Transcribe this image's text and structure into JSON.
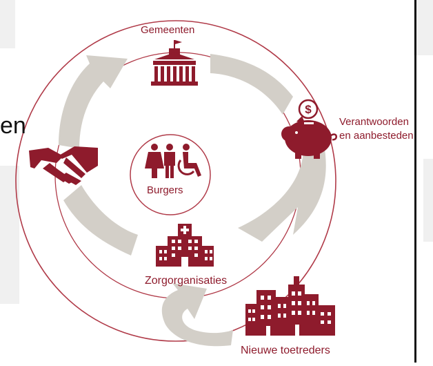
{
  "colors": {
    "accent": "#8e1b2c",
    "ring": "#b03a48",
    "arrow": "#d3cfc8",
    "bg_shape": "#f0f0f0"
  },
  "side_text": "en",
  "nodes": {
    "gemeenten": {
      "label": "Gemeenten",
      "icon": "town-hall-icon"
    },
    "verantwoorden": {
      "label_line1": "Verantwoorden",
      "label_line2": "en aanbesteden",
      "icon": "piggy-bank-icon"
    },
    "burgers": {
      "label": "Burgers",
      "icon": "people-icon"
    },
    "zorgorganisaties": {
      "label": "Zorgorganisaties",
      "icon": "hospital-icon"
    },
    "nieuwe_toetreders": {
      "label": "Nieuwe toetreders",
      "icon": "city-buildings-icon"
    },
    "samenwerking": {
      "icon": "handshake-icon"
    }
  }
}
